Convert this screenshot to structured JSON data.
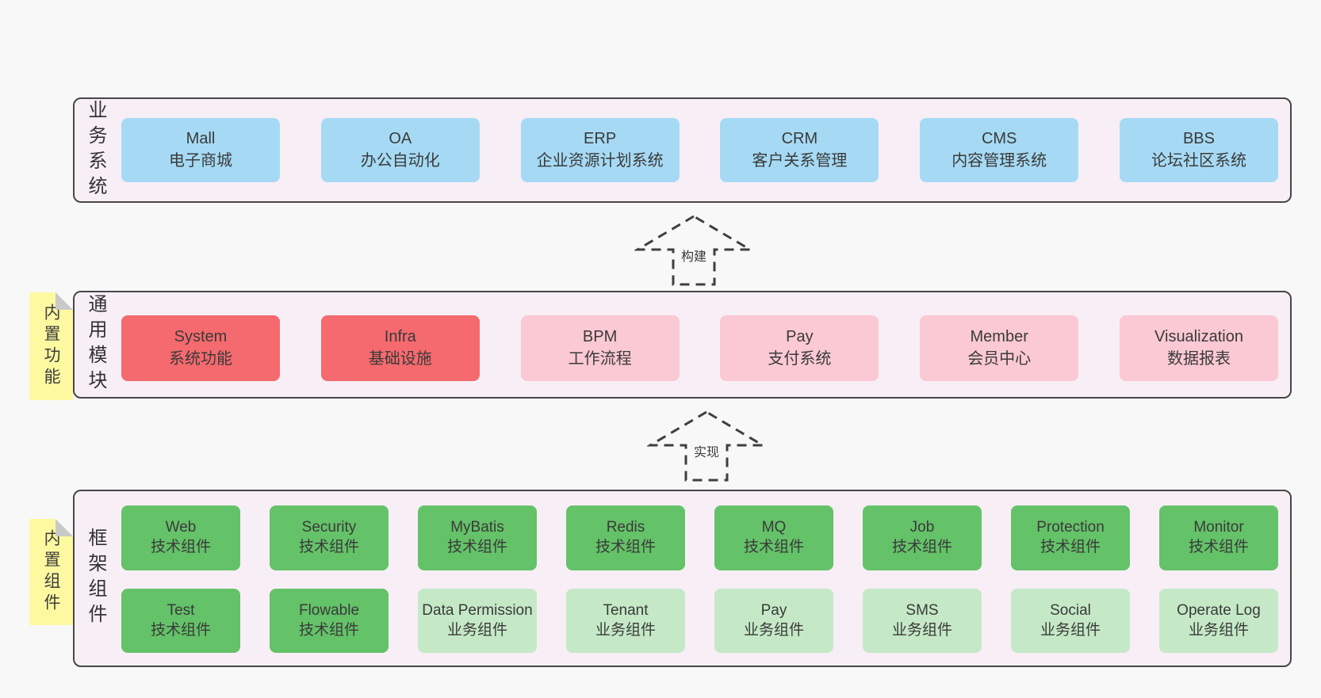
{
  "colors": {
    "page_bg": "#f8f8f8",
    "container_bg": "#f8eef6",
    "container_border": "#474747",
    "blue": "#a6daf4",
    "red": "#f56a6e",
    "pink": "#fbc9d3",
    "green": "#64c268",
    "light_green": "#c5e9c6",
    "note_yellow": "#fcf9a1",
    "note_fold": "#c9c9c9",
    "text": "#3a3a3a"
  },
  "sections": {
    "business": {
      "label": "业务系统",
      "boxes": [
        {
          "title": "Mall",
          "subtitle": "电子商城"
        },
        {
          "title": "OA",
          "subtitle": "办公自动化"
        },
        {
          "title": "ERP",
          "subtitle": "企业资源计划系统"
        },
        {
          "title": "CRM",
          "subtitle": "客户关系管理"
        },
        {
          "title": "CMS",
          "subtitle": "内容管理系统"
        },
        {
          "title": "BBS",
          "subtitle": "论坛社区系统"
        }
      ]
    },
    "modules": {
      "label": "通用模块",
      "note": "内置功能",
      "boxes": [
        {
          "title": "System",
          "subtitle": "系统功能",
          "variant": "red"
        },
        {
          "title": "Infra",
          "subtitle": "基础设施",
          "variant": "red"
        },
        {
          "title": "BPM",
          "subtitle": "工作流程",
          "variant": "pink"
        },
        {
          "title": "Pay",
          "subtitle": "支付系统",
          "variant": "pink"
        },
        {
          "title": "Member",
          "subtitle": "会员中心",
          "variant": "pink"
        },
        {
          "title": "Visualization",
          "subtitle": "数据报表",
          "variant": "pink"
        }
      ]
    },
    "components": {
      "label": "框架组件",
      "note": "内置组件",
      "row1": [
        {
          "title": "Web",
          "subtitle": "技术组件",
          "variant": "green"
        },
        {
          "title": "Security",
          "subtitle": "技术组件",
          "variant": "green"
        },
        {
          "title": "MyBatis",
          "subtitle": "技术组件",
          "variant": "green"
        },
        {
          "title": "Redis",
          "subtitle": "技术组件",
          "variant": "green"
        },
        {
          "title": "MQ",
          "subtitle": "技术组件",
          "variant": "green"
        },
        {
          "title": "Job",
          "subtitle": "技术组件",
          "variant": "green"
        },
        {
          "title": "Protection",
          "subtitle": "技术组件",
          "variant": "green"
        },
        {
          "title": "Monitor",
          "subtitle": "技术组件",
          "variant": "green"
        }
      ],
      "row2": [
        {
          "title": "Test",
          "subtitle": "技术组件",
          "variant": "green"
        },
        {
          "title": "Flowable",
          "subtitle": "技术组件",
          "variant": "green"
        },
        {
          "title": "Data Permission",
          "subtitle": "业务组件",
          "variant": "lightgreen"
        },
        {
          "title": "Tenant",
          "subtitle": "业务组件",
          "variant": "lightgreen"
        },
        {
          "title": "Pay",
          "subtitle": "业务组件",
          "variant": "lightgreen"
        },
        {
          "title": "SMS",
          "subtitle": "业务组件",
          "variant": "lightgreen"
        },
        {
          "title": "Social",
          "subtitle": "业务组件",
          "variant": "lightgreen"
        },
        {
          "title": "Operate Log",
          "subtitle": "业务组件",
          "variant": "lightgreen"
        }
      ]
    }
  },
  "arrows": {
    "build": "构建",
    "implement": "实现"
  }
}
